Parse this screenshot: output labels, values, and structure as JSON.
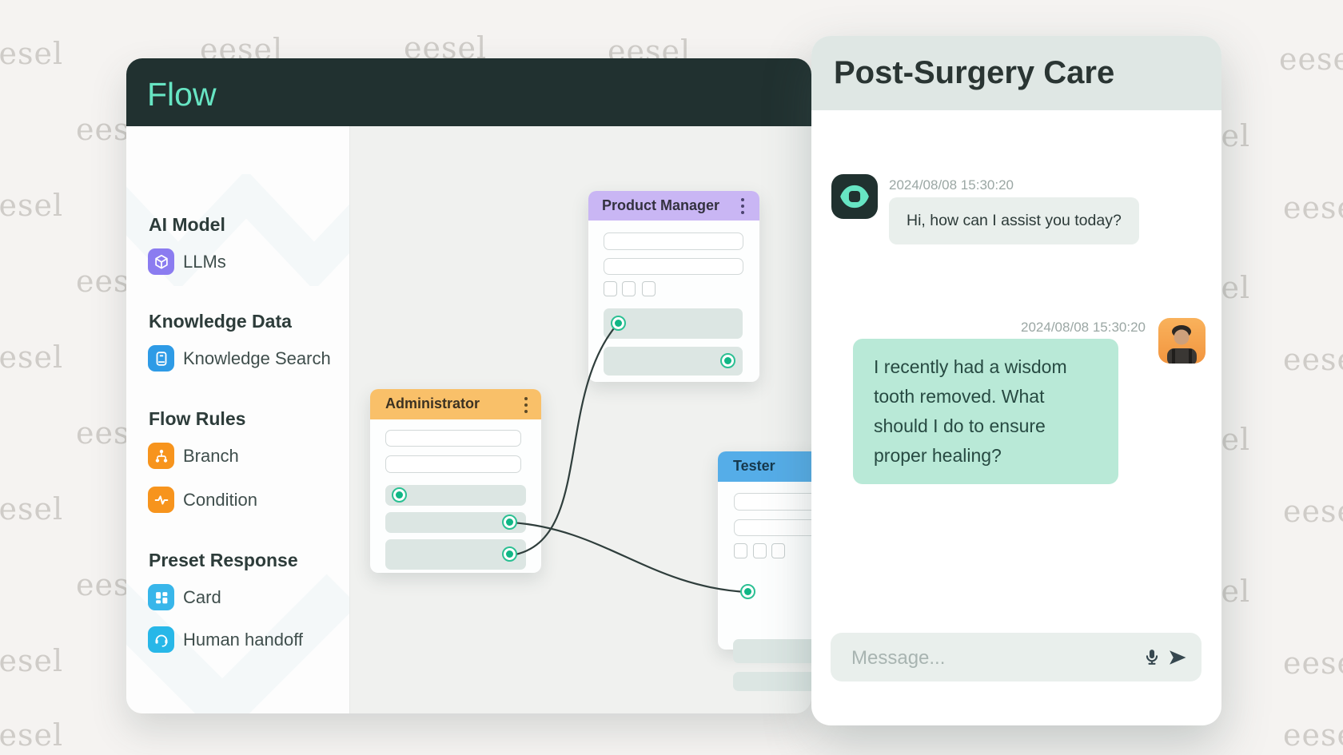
{
  "watermark": {
    "text": "eesel"
  },
  "flow_window": {
    "title": "Flow"
  },
  "sidebar": {
    "sections": [
      {
        "heading": "AI Model",
        "items": [
          {
            "label": "LLMs",
            "icon": "cube-icon",
            "color": "#8b7cf0"
          }
        ]
      },
      {
        "heading": "Knowledge Data",
        "items": [
          {
            "label": "Knowledge Search",
            "icon": "book-icon",
            "color": "#2e9be6"
          }
        ]
      },
      {
        "heading": "Flow Rules",
        "items": [
          {
            "label": "Branch",
            "icon": "sitemap-icon",
            "color": "#f7941d"
          },
          {
            "label": "Condition",
            "icon": "pulse-icon",
            "color": "#f7941d"
          }
        ]
      },
      {
        "heading": "Preset Response",
        "items": [
          {
            "label": "Card",
            "icon": "grid-icon",
            "color": "#38b6ea"
          },
          {
            "label": "Human handoff",
            "icon": "headset-icon",
            "color": "#27b7e8"
          }
        ]
      }
    ]
  },
  "canvas": {
    "nodes": [
      {
        "title": "Product Manager",
        "header_color": "#c9b6f4"
      },
      {
        "title": "Administrator",
        "header_color": "#f9c069"
      },
      {
        "title": "Tester",
        "header_color": "#55ade8"
      }
    ]
  },
  "chat": {
    "title": "Post-Surgery Care",
    "messages": [
      {
        "sender": "bot",
        "timestamp": "2024/08/08 15:30:20",
        "text": "Hi, how can I assist you today?"
      },
      {
        "sender": "user",
        "timestamp": "2024/08/08 15:30:20",
        "text": "I recently had a wisdom tooth removed. What should I do to ensure proper healing?"
      }
    ],
    "composer": {
      "placeholder": "Message..."
    }
  },
  "colors": {
    "accent_mint": "#67e5c3",
    "header_dark": "#213130",
    "node_purple": "#c9b6f4",
    "node_orange": "#f9c069",
    "node_blue": "#55ade8",
    "port_green": "#10b685",
    "bubble_bot": "#e9efec",
    "bubble_user": "#b9e9d7"
  }
}
